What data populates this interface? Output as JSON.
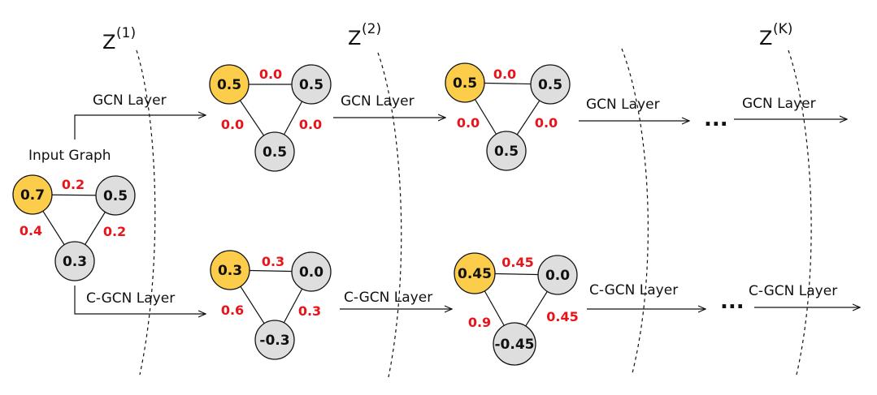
{
  "colors": {
    "highlight_node": "#fccd4a",
    "default_node": "#dedede",
    "edge_weight": "#e8141a",
    "line": "#111111"
  },
  "input_label": "Input Graph",
  "z_labels": [
    {
      "base": "Z",
      "sup": "(1)"
    },
    {
      "base": "Z",
      "sup": "(2)"
    },
    {
      "base": "Z",
      "sup": "(K)"
    }
  ],
  "ellipsis": "...",
  "input_graph": {
    "nodes": [
      "0.7",
      "0.5",
      "0.3"
    ],
    "weights": [
      "0.2",
      "0.4",
      "0.2"
    ]
  },
  "gcn_row": {
    "layer_label": "GCN Layer",
    "graphs": [
      {
        "nodes": [
          "0.5",
          "0.5",
          "0.5"
        ],
        "weights": [
          "0.0",
          "0.0",
          "0.0"
        ]
      },
      {
        "nodes": [
          "0.5",
          "0.5",
          "0.5"
        ],
        "weights": [
          "0.0",
          "0.0",
          "0.0"
        ]
      }
    ]
  },
  "cgcn_row": {
    "layer_label": "C-GCN Layer",
    "graphs": [
      {
        "nodes": [
          "0.3",
          "0.0",
          "-0.3"
        ],
        "weights": [
          "0.3",
          "0.6",
          "0.3"
        ]
      },
      {
        "nodes": [
          "0.45",
          "0.0",
          "-0.45"
        ],
        "weights": [
          "0.45",
          "0.9",
          "0.45"
        ]
      }
    ]
  }
}
